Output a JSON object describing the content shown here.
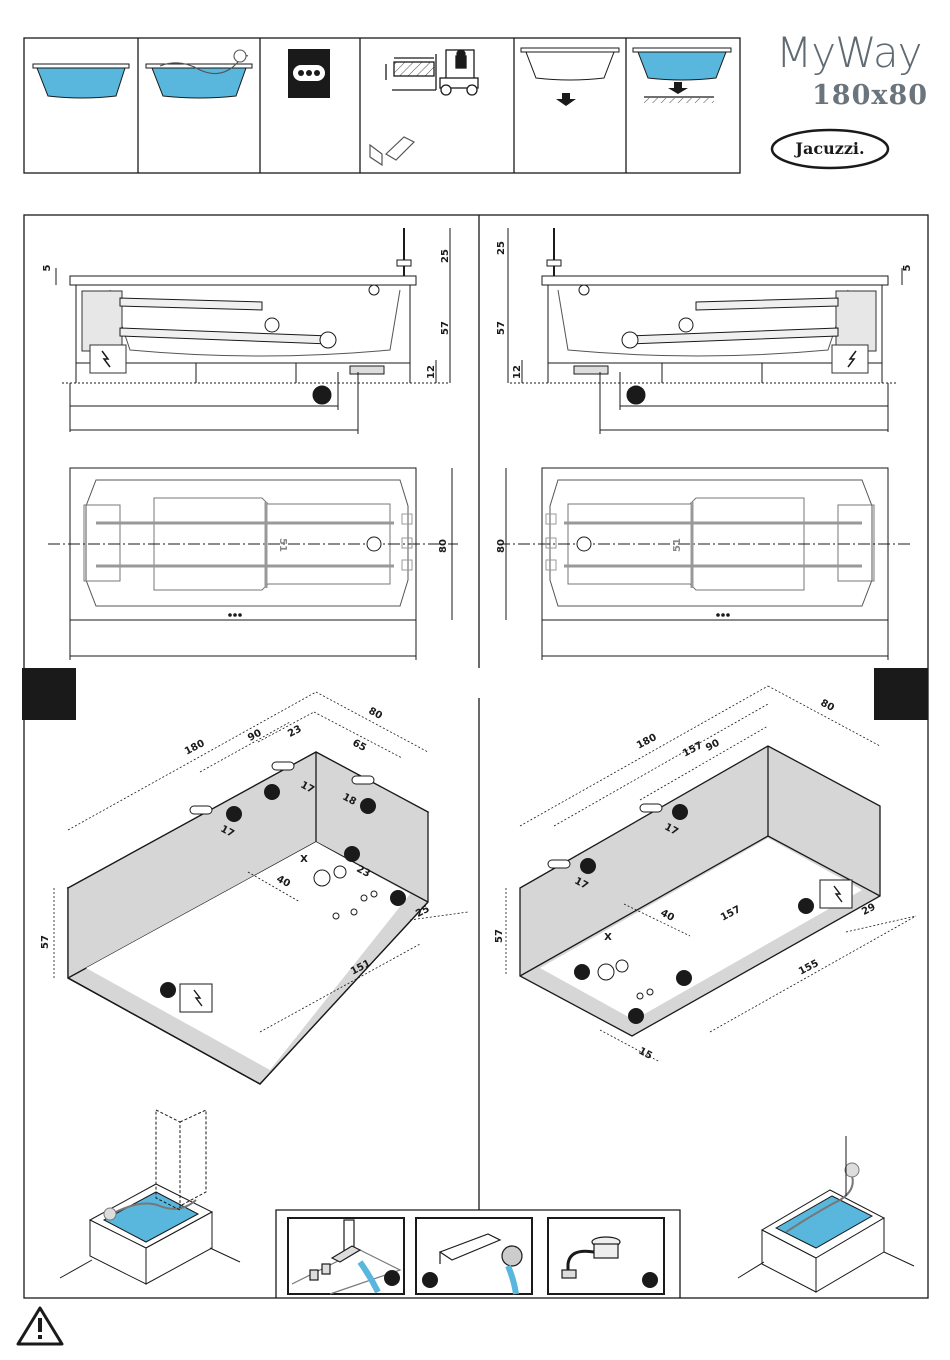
{
  "brand": {
    "model": "MyWay",
    "size": "180x80",
    "logo": "Jacuzzi."
  },
  "icons": [
    "bathtub-filled-icon",
    "bathtub-person-icon",
    "dots-panel-icon",
    "forklift-transport-icon",
    "tub-down-icon",
    "tub-floor-icon"
  ],
  "side_view_left": {
    "dims": [
      "25",
      "5",
      "57",
      "12"
    ]
  },
  "side_view_right": {
    "dims": [
      "25",
      "5",
      "57",
      "12"
    ]
  },
  "plan_left": {
    "dims": [
      "80",
      "51"
    ]
  },
  "plan_right": {
    "dims": [
      "80",
      "51"
    ]
  },
  "iso_left": {
    "dims": [
      "180",
      "90",
      "23",
      "80",
      "65",
      "17",
      "18",
      "17",
      "X",
      "40",
      "23",
      "25",
      "57",
      "151"
    ]
  },
  "iso_right": {
    "dims": [
      "180",
      "157",
      "90",
      "80",
      "17",
      "17",
      "40",
      "157",
      "29",
      "57",
      "155",
      "X",
      "15"
    ]
  },
  "colors": {
    "water": "#59b6dc",
    "wall": "#d6d6d6",
    "line": "#1a1a1a",
    "brand_grey": "#6a747c"
  }
}
